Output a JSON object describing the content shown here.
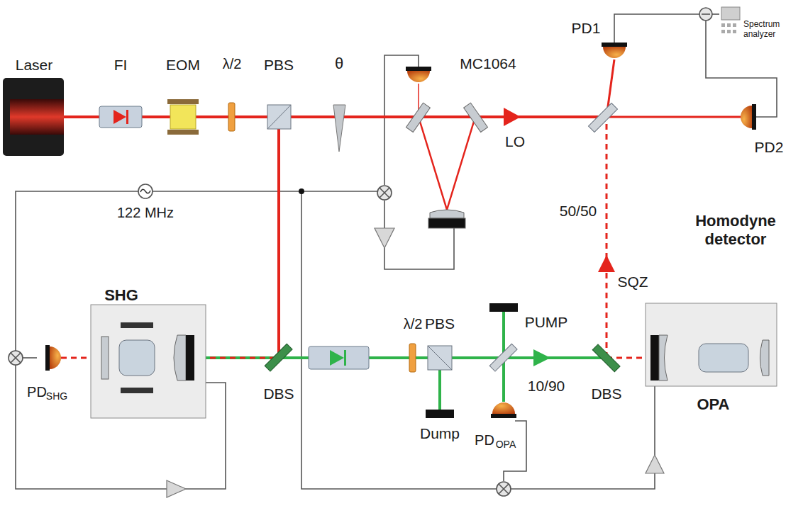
{
  "diagram": {
    "nodes": [
      {
        "text": [
          "Spectrum analyzer"
        ]
      },
      {
        "text": [
          "Homodyne detector"
        ]
      },
      {
        "text": [
          "SHG"
        ]
      },
      {
        "text": [
          "OPA"
        ]
      }
    ],
    "labels": [
      "Laser",
      "FI",
      "EOM",
      "λ/2",
      "PBS",
      "θ",
      "MC1064",
      "LO",
      "PD1",
      "PD2",
      "50/50",
      "122 MHz",
      "PD",
      "SHG",
      "DBS",
      "λ/2",
      "PBS",
      "PUMP",
      "10/90",
      "Dump",
      "PD",
      "OPA",
      "DBS",
      "SQZ"
    ]
  }
}
